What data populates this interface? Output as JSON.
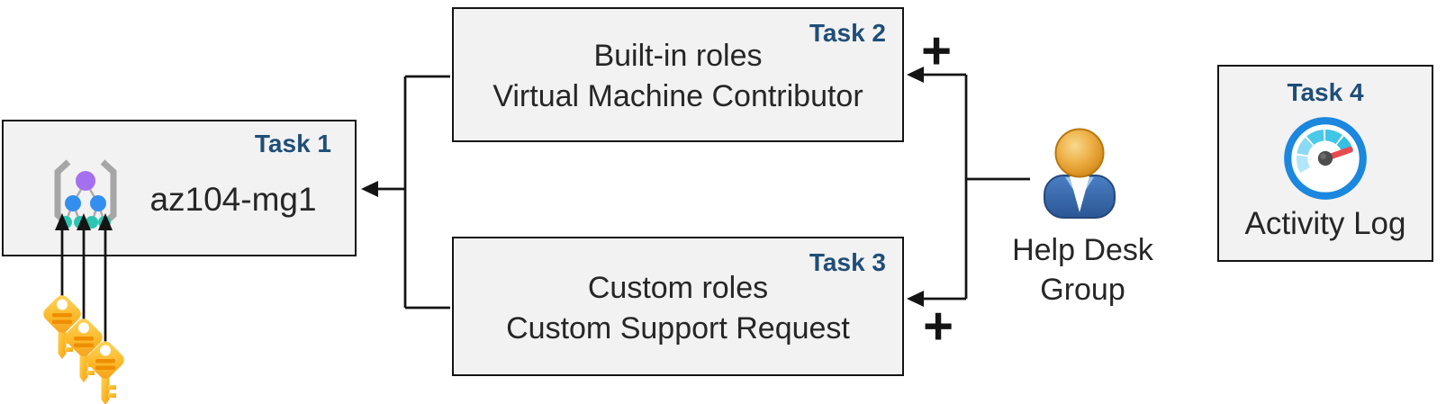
{
  "canvas": {
    "background": "#ffffff"
  },
  "colors": {
    "canvas_bg": "#ffffff",
    "box_fill": "#f2f2f2",
    "box_border": "#141414",
    "task_label": "#1f4e79",
    "body_text": "#262626",
    "connector": "#141414",
    "plus_sign": "#141414",
    "key_gold": "#f9b31b",
    "key_stripe_orange": "#ef8e00",
    "gauge_ring_blue": "#1b87de",
    "gauge_needle_red": "#e84a50",
    "person_body_blue": "#3b6cb0",
    "person_head_gold": "#dd9426",
    "mg_purple": "#a570f0",
    "mg_blue": "#338fee",
    "mg_teal": "#2ec4b2",
    "bracket_gray": "#a6a6a6"
  },
  "boxes": {
    "task1": {
      "label": "Task 1",
      "name": "az104-mg1",
      "icon": "management-group-icon"
    },
    "task2": {
      "label": "Task 2",
      "lines": [
        "Built-in roles",
        "Virtual Machine Contributor"
      ]
    },
    "task3": {
      "label": "Task 3",
      "lines": [
        "Custom roles",
        "Custom Support Request"
      ]
    },
    "task4": {
      "label": "Task 4",
      "caption": "Activity Log",
      "icon": "activity-log-gauge-icon"
    }
  },
  "actors": {
    "help_desk": {
      "label_lines": [
        "Help Desk",
        "Group"
      ],
      "icon": "person-icon"
    }
  },
  "symbols": {
    "plus_top": "+",
    "plus_bottom": "+"
  },
  "decorations": {
    "keys_icon": "three-gold-keys-icon"
  }
}
